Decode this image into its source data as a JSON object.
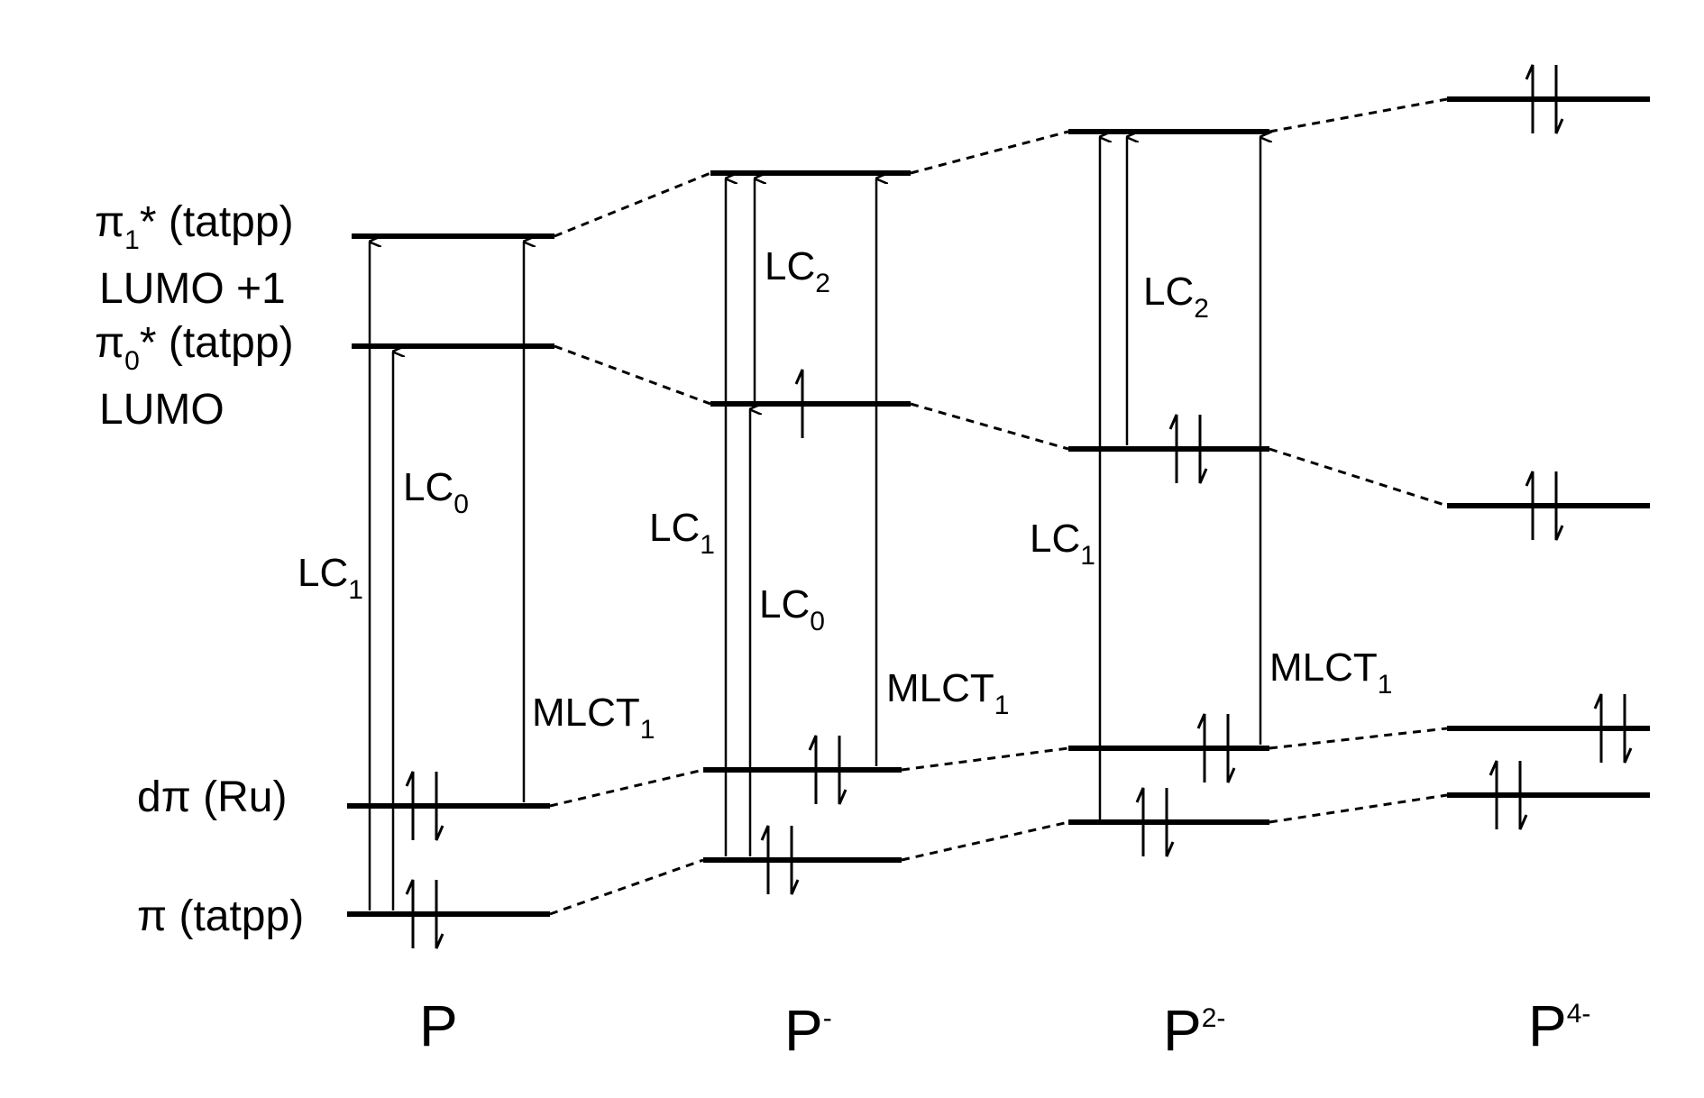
{
  "orbital_labels": {
    "pi1": {
      "main": "π",
      "sub": "1",
      "rest": "* (tatpp)"
    },
    "lumo1": "LUMO +1",
    "pi0": {
      "main": "π",
      "sub": "0",
      "rest": "* (tatpp)"
    },
    "lumo": "LUMO",
    "dpi": "dπ (Ru)",
    "pi": "π (tatpp)"
  },
  "transitions": {
    "LC": "LC",
    "MLCT": "MLCT",
    "sub0": "0",
    "sub1": "1",
    "sub2": "2"
  },
  "species": {
    "P": {
      "base": "P",
      "sup": ""
    },
    "Pm": {
      "base": "P",
      "sup": "-"
    },
    "P2m": {
      "base": "P",
      "sup": "2-"
    },
    "P4m": {
      "base": "P",
      "sup": "4-"
    }
  }
}
